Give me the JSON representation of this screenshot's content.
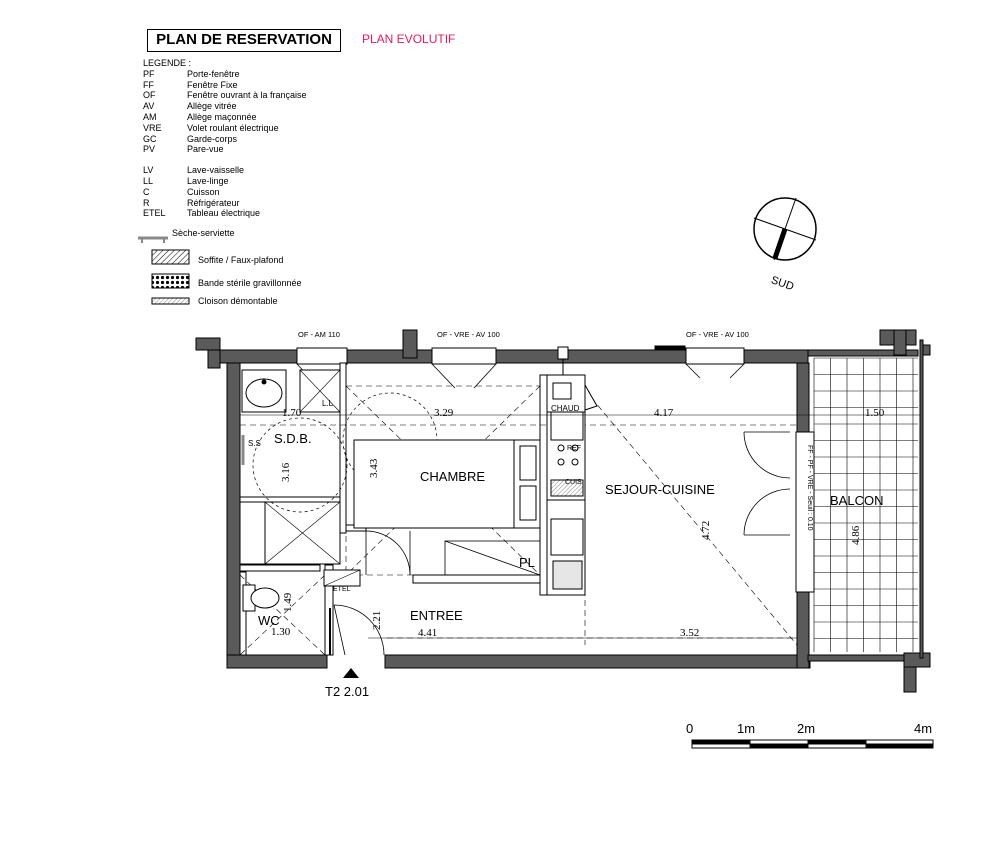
{
  "header": {
    "title": "PLAN DE RESERVATION",
    "subtitle": "PLAN EVOLUTIF"
  },
  "legend": {
    "heading": "LEGENDE :",
    "items": [
      {
        "code": "PF",
        "label": "Porte-fenêtre"
      },
      {
        "code": "FF",
        "label": "Fenêtre Fixe"
      },
      {
        "code": "OF",
        "label": "Fenêtre ouvrant à la française"
      },
      {
        "code": "AV",
        "label": "Allège vitrée"
      },
      {
        "code": "AM",
        "label": "Allège maçonnée"
      },
      {
        "code": "VRE",
        "label": "Volet roulant électrique"
      },
      {
        "code": "GC",
        "label": "Garde-corps"
      },
      {
        "code": "PV",
        "label": "Pare-vue"
      }
    ],
    "items2": [
      {
        "code": "LV",
        "label": "Lave-vaisselle"
      },
      {
        "code": "LL",
        "label": "Lave-linge"
      },
      {
        "code": "C",
        "label": "Cuisson"
      },
      {
        "code": "R",
        "label": "Réfrigérateur"
      },
      {
        "code": "ETEL",
        "label": "Tableau électrique"
      }
    ],
    "symbols": {
      "seche": "Sèche-serviette",
      "soffite": "Soffite / Faux-plafond",
      "bande": "Bande stérile gravillonnée",
      "cloison": "Cloison démontable"
    }
  },
  "compass": {
    "label": "SUD"
  },
  "windows": {
    "w1": "OF - AM 110",
    "w2": "OF - VRE - AV 100",
    "w3": "OF - VRE - AV 100",
    "balcony_door": "FF - PF - VRE - Seuil : 0.10"
  },
  "rooms": {
    "sdb": "S.D.B.",
    "chambre": "CHAMBRE",
    "sejour": "SEJOUR-CUISINE",
    "balcon": "BALCON",
    "wc": "WC",
    "entree": "ENTREE",
    "pl": "PL",
    "ss": "S.S",
    "ll": "L.L",
    "chaud": "CHAUD",
    "ref": "REF",
    "cuis": "CUIS",
    "etel": "ETEL"
  },
  "dimensions": {
    "d170": "1.70",
    "d329": "3.29",
    "d417": "4.17",
    "d150": "1.50",
    "d316": "3.16",
    "d343": "3.43",
    "d472": "4.72",
    "d486": "4.86",
    "d149": "1.49",
    "d130": "1.30",
    "d221": "2.21",
    "d441": "4.41",
    "d352": "3.52"
  },
  "unit_label": "T2 2.01",
  "scale": {
    "labels": [
      "0",
      "1m",
      "2m",
      "4m"
    ]
  }
}
